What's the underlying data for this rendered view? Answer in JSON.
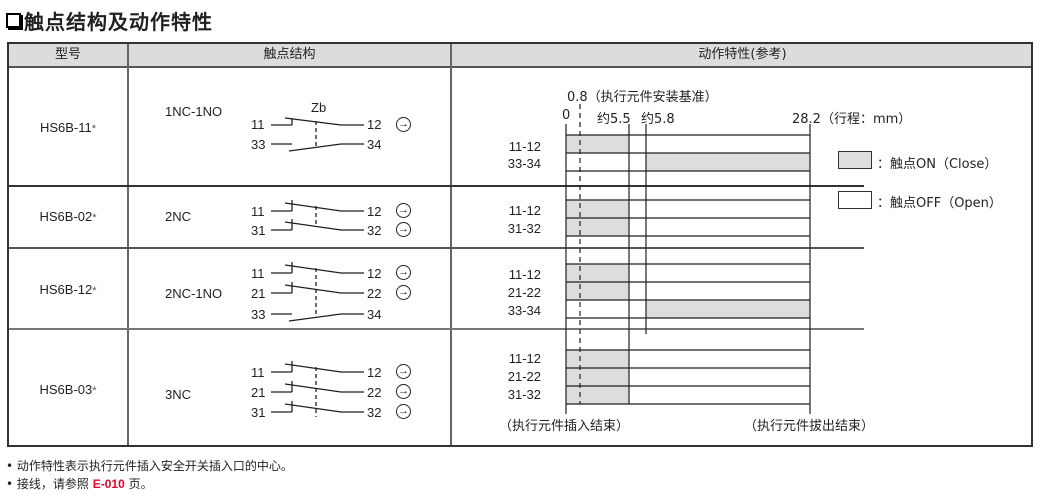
{
  "title": "触点结构及动作特性",
  "table": {
    "headers": [
      "型号",
      "触点结构",
      "动作特性(参考)"
    ],
    "rows": [
      {
        "model": "HS6B-11",
        "star": "*",
        "contact_type": "1NC-1NO",
        "zb_label": "Zb",
        "circuits": [
          {
            "left": "11",
            "right": "12",
            "kind": "NC",
            "positive": true
          },
          {
            "left": "33",
            "right": "34",
            "kind": "NO",
            "positive": false
          }
        ],
        "timing": [
          {
            "label": "11-12"
          },
          {
            "label": "33-34"
          }
        ]
      },
      {
        "model": "HS6B-02",
        "star": "*",
        "contact_type": "2NC",
        "circuits": [
          {
            "left": "11",
            "right": "12",
            "kind": "NC",
            "positive": true
          },
          {
            "left": "31",
            "right": "32",
            "kind": "NC",
            "positive": true
          }
        ],
        "timing": [
          {
            "label": "11-12"
          },
          {
            "label": "31-32"
          }
        ]
      },
      {
        "model": "HS6B-12",
        "star": "*",
        "contact_type": "2NC-1NO",
        "circuits": [
          {
            "left": "11",
            "right": "12",
            "kind": "NC",
            "positive": true
          },
          {
            "left": "21",
            "right": "22",
            "kind": "NC",
            "positive": true
          },
          {
            "left": "33",
            "right": "34",
            "kind": "NO",
            "positive": false
          }
        ],
        "timing": [
          {
            "label": "11-12"
          },
          {
            "label": "21-22"
          },
          {
            "label": "33-34"
          }
        ]
      },
      {
        "model": "HS6B-03",
        "star": "*",
        "contact_type": "3NC",
        "circuits": [
          {
            "left": "11",
            "right": "12",
            "kind": "NC",
            "positive": true
          },
          {
            "left": "21",
            "right": "22",
            "kind": "NC",
            "positive": true
          },
          {
            "left": "31",
            "right": "32",
            "kind": "NC",
            "positive": true
          }
        ],
        "timing": [
          {
            "label": "11-12"
          },
          {
            "label": "21-22"
          },
          {
            "label": "31-32"
          }
        ]
      }
    ]
  },
  "timing_axis": {
    "ref_label": "0.8（执行元件安装基准）",
    "zero": "0",
    "p55": "约5.5",
    "p58": "约5.8",
    "end": "28.2（行程：mm）",
    "insert_end": "（执行元件插入结束）",
    "pull_end": "（执行元件拔出结束）"
  },
  "legend": {
    "on": "：触点ON（Close）",
    "off": "：触点OFF（Open）",
    "on_color": "#dcdddd"
  },
  "notes": {
    "note1": "动作特性表示执行元件插入安全开关插入口的中心。",
    "note2_pre": "接线，请参照 ",
    "note2_ref": "E-010",
    "note2_post": " 页。"
  },
  "icons": {
    "positive_opening": "→"
  }
}
